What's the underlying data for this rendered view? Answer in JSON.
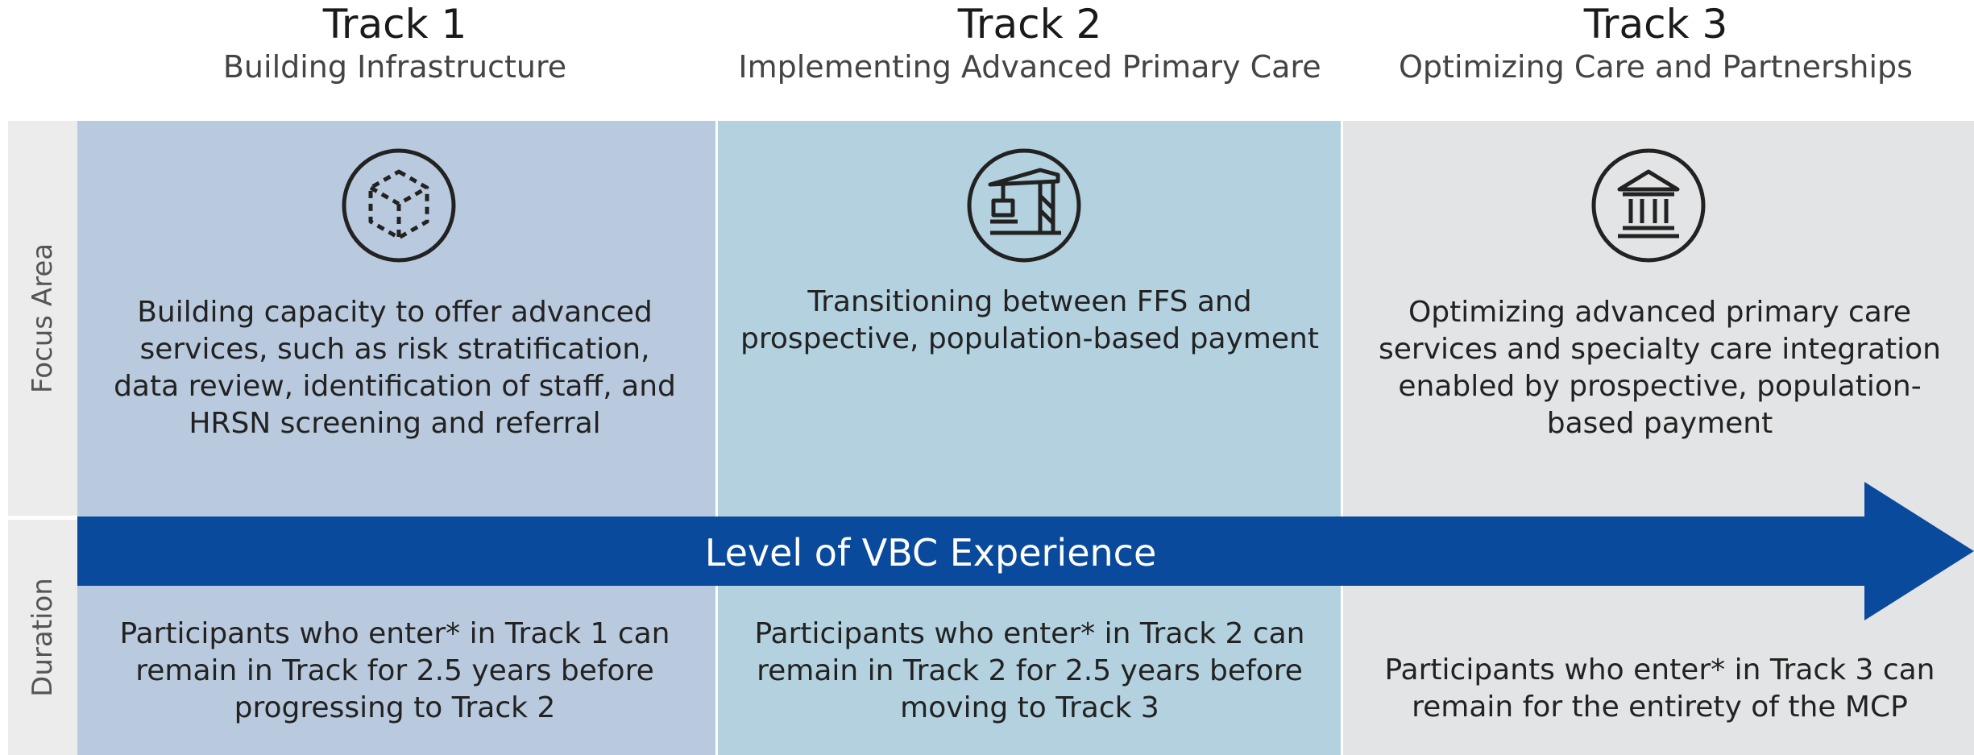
{
  "tracks": [
    {
      "title": "Track 1",
      "subtitle": "Building Infrastructure",
      "icon": "cube-icon",
      "focus": "Building capacity to offer advanced services, such as risk stratification, data review, identification of staff, and HRSN screening and referral",
      "duration": "Participants who enter* in Track 1 can remain in Track for 2.5 years before progressing to Track 2"
    },
    {
      "title": "Track 2",
      "subtitle": "Implementing Advanced Primary Care",
      "icon": "crane-icon",
      "focus": "Transitioning between FFS and prospective, population-based payment",
      "duration": "Participants who enter* in Track 2 can remain in Track 2 for 2.5 years before moving to Track 3"
    },
    {
      "title": "Track 3",
      "subtitle": "Optimizing Care and Partnerships",
      "icon": "institution-icon",
      "focus": "Optimizing advanced primary care services and specialty care integration enabled by prospective, population-based payment",
      "duration": "Participants who enter* in Track 3 can remain for the entirety of the MCP"
    }
  ],
  "rows": {
    "focus_label": "Focus Area",
    "duration_label": "Duration"
  },
  "arrow": {
    "label": "Level of VBC Experience"
  },
  "colors": {
    "track1_bg": "#b9cade",
    "track2_bg": "#b3d1df",
    "track3_bg": "#e3e4e6",
    "arrow": "#0a4a9c"
  }
}
